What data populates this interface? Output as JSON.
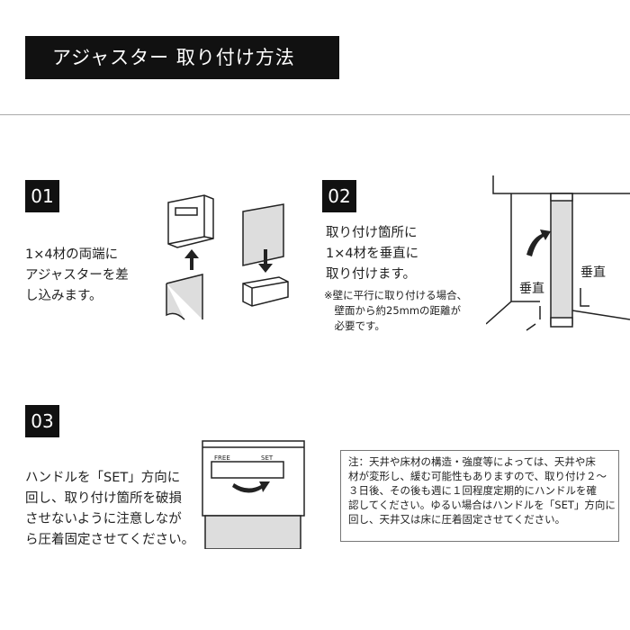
{
  "title": "アジャスター 取り付け方法",
  "steps": [
    {
      "number": "01",
      "text": "1×4材の両端に\nアジャスターを差\nし込みます。"
    },
    {
      "number": "02",
      "text": "取り付け箇所に\n1×4材を垂直に\n取り付けます。",
      "note": "※壁に平行に取り付ける場合、\n　壁面から約25mmの距離が\n　必要です。",
      "labels": [
        "垂直",
        "垂直"
      ]
    },
    {
      "number": "03",
      "text": "ハンドルを「SET」方向に\n回し、取り付け箇所を破損\nさせないように注意しなが\nら圧着固定させてください。",
      "labels": [
        "FREE",
        "SET"
      ]
    }
  ],
  "caution": "注：天井や床材の構造・強度等によっては、天井や床\n材が変形し、緩む可能性もありますので、取り付け２～\n３日後、その後も週に１回程度定期的にハンドルを確\n認してください。ゆるい場合はハンドルを「SET」方向に\n回し、天井又は床に圧着固定させてください。"
}
